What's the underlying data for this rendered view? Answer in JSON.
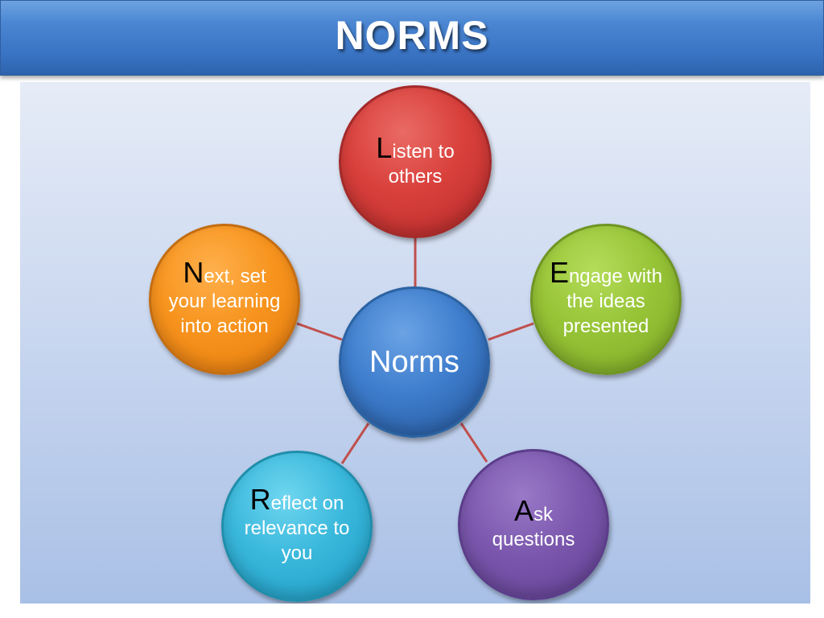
{
  "title": "NORMS",
  "diagram": {
    "center": {
      "label": "Norms"
    },
    "nodes": [
      {
        "id": "listen",
        "initial": "L",
        "text": "isten to others",
        "color": "#d33c38"
      },
      {
        "id": "engage",
        "initial": "E",
        "text": "ngage with the ideas presented",
        "color": "#8fbd34"
      },
      {
        "id": "ask",
        "initial": "A",
        "text": "sk questions",
        "color": "#7453a6"
      },
      {
        "id": "reflect",
        "initial": "R",
        "text": "eflect on relevance to you",
        "color": "#33b1d7"
      },
      {
        "id": "next",
        "initial": "N",
        "text": "ext, set your learning into action",
        "color": "#f48d1d"
      }
    ],
    "connector_color": "#c0504d"
  }
}
